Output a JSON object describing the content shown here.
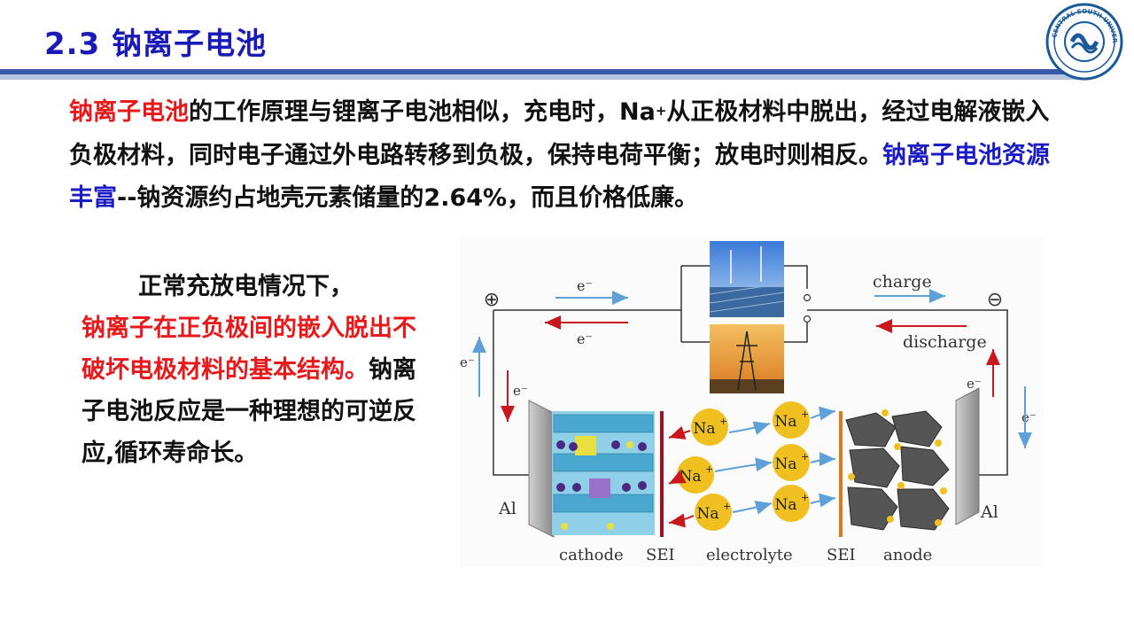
{
  "header": {
    "title": "2.3 钠离子电池",
    "logo_text": "CENTRAL SOUTH UNIVERSITY"
  },
  "intro": {
    "part1_red": "钠离子电池",
    "part2": "的工作原理与锂离子电池相似，充电时，Na",
    "sup_plus": "+",
    "part3": "从正极材料中脱出，经过电解液嵌入负极材料，同时电子通过外电路转移到负极，保持电荷平衡；放电时则相反。",
    "part4_blue": "钠离子电池资源丰富",
    "part5": "--钠资源约占地壳元素储量的2.64%，而且价格低廉。"
  },
  "side_text": {
    "line1": "正常充放电情况下，",
    "red": "钠离子在正负极间的嵌入脱出不破坏电极材料的基本结构。",
    "rest": "钠离子电池反应是一种理想的可逆反应,循环寿命长。"
  },
  "diagram": {
    "plus_symbol": "⊕",
    "minus_symbol": "⊖",
    "electron": "e⁻",
    "charge": "charge",
    "discharge": "discharge",
    "al_left": "Al",
    "al_right": "Al",
    "ion": "Na",
    "ion_sup": "+",
    "labels": {
      "cathode": "cathode",
      "sei_left": "SEI",
      "electrolyte": "electrolyte",
      "sei_right": "SEI",
      "anode": "anode"
    },
    "colors": {
      "wire": "#333333",
      "arrow_red": "#c8181e",
      "arrow_blue": "#5fa0d8",
      "ion_fill": "#f0c020",
      "cathode_cell": "#5ab8d8",
      "anode_block": "#555555",
      "sei_left": "#a0102a",
      "sei_right": "#e07818"
    }
  }
}
